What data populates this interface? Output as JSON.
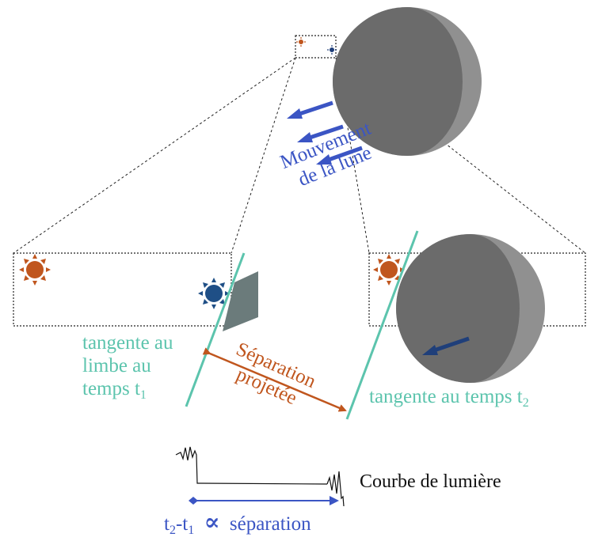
{
  "labels": {
    "moon_motion_line1": "Mouvement",
    "moon_motion_line2": "de la lune",
    "tangent_t1_line1": "tangente au",
    "tangent_t1_line2": "limbe au",
    "tangent_t1_line3_prefix": "temps t",
    "tangent_t1_sub": "1",
    "tangent_t2_prefix": "tangente au temps t",
    "tangent_t2_sub": "2",
    "separation_line1": "Séparation",
    "separation_line2": "projetée",
    "light_curve": "Courbe de lumière",
    "delta_t": "t",
    "delta_t_sub2": "2",
    "delta_t_dash": "-t",
    "delta_t_sub1": "1",
    "proportional_symbol": "∝",
    "separation_word": "séparation"
  },
  "colors": {
    "teal": "#5cc4ad",
    "blue": "#3b55c4",
    "dark_blue": "#1f3f7a",
    "orange": "#c0561e",
    "moon_dark": "#6b6b6b",
    "moon_light": "#909090"
  },
  "icons": [
    "sun-icon-orange",
    "sun-icon-blue",
    "moon-icon",
    "arrow-icon"
  ]
}
